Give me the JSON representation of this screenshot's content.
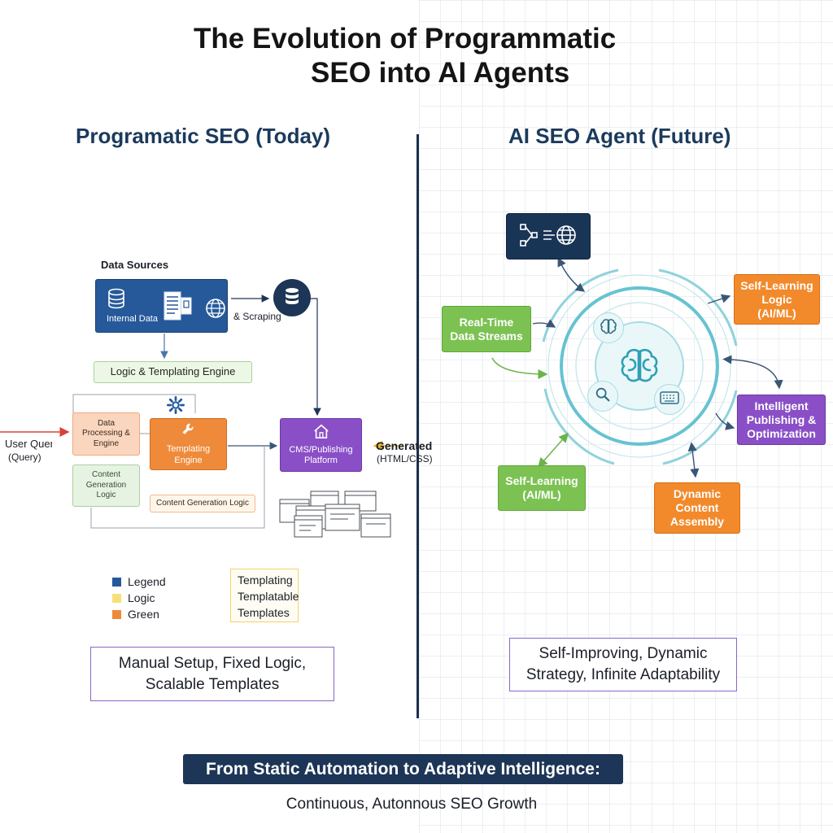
{
  "title": {
    "line1": "The Evolution of Programmatic",
    "line2": "SEO into AI Agents"
  },
  "left": {
    "heading": "Programatic SEO (Today)",
    "data_sources_label": "Data Sources",
    "internal_data": "Internal Data",
    "scraping": "& Scraping",
    "logic_engine": "Logic & Templating Engine",
    "user_query": "User Query",
    "user_query_sub": "(Query)",
    "data_processing": [
      "Data",
      "Processing &",
      "Engine"
    ],
    "content_generation": [
      "Content",
      "Generation",
      "Logic"
    ],
    "templating_engine": [
      "Templating",
      "Engine"
    ],
    "cms": [
      "CMS/Publishing",
      "Platform"
    ],
    "generated": "Generated",
    "generated_sub": "(HTML/CSS)",
    "content_generation_logic": "Content Generation Logic",
    "legend": [
      {
        "label": "Legend",
        "color": "#26599a"
      },
      {
        "label": "Logic",
        "color": "#f7e07a"
      },
      {
        "label": "Green",
        "color": "#ee8a3a"
      }
    ],
    "template_box": [
      "Templating",
      "Templatable",
      "Templates"
    ],
    "summary": [
      "Manual Setup, Fixed Logic,",
      "Scalable Templates"
    ]
  },
  "right": {
    "heading": "AI SEO Agent (Future)",
    "realtime": [
      "Real-Time",
      "Data Streams"
    ],
    "self_learning_top": [
      "Self-Learning",
      "Logic",
      "(AI/ML)"
    ],
    "intelligent": [
      "Intelligent",
      "Publishing &",
      "Optimization"
    ],
    "dynamic": [
      "Dynamic",
      "Content",
      "Assembly"
    ],
    "self_learning_left": [
      "Self-Learning",
      "(AI/ML)"
    ],
    "summary": [
      "Self-Improving, Dynamic",
      "Strategy, Infinite Adaptability"
    ],
    "icons": [
      "workflow-globe-icon",
      "brain-icon",
      "search-icon",
      "keyboard-icon"
    ]
  },
  "banner": "From Static Automation to Adaptive Intelligence:",
  "footer": "Continuous, Autonnous SEO Growth"
}
